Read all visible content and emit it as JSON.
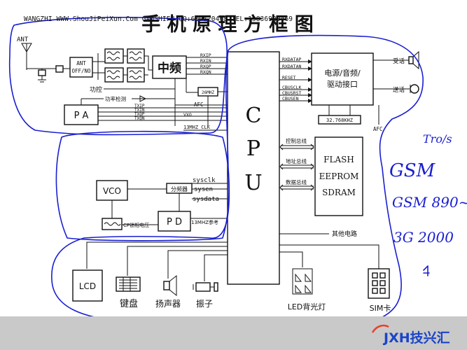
{
  "title": "手 机 原 理 方 框 图",
  "blocks": {
    "ant": "ANT",
    "ant_switch_1": "ANT",
    "ant_switch_2": "OFF/NO",
    "if": "中频",
    "pa": "P A",
    "vco": "VCO",
    "pd": "P D",
    "divider": "分频器",
    "cpu": [
      "C",
      "P",
      "U"
    ],
    "power": [
      "电源/音频/",
      "驱动接口"
    ],
    "crystal": "32.768KHZ",
    "memory": [
      "FLASH",
      "EEPROM",
      "SDRAM"
    ],
    "lcd": "LCD",
    "mhz26": "26MHZ"
  },
  "labels": {
    "power_ctrl": "功控",
    "power_detect": "功率检测",
    "afc1": "AFC",
    "afc2": "AFC",
    "vxo": "VXO",
    "clk13": "13MHZ_CLK",
    "ref13": "13MHZ参考",
    "cp": "CP锁相电压",
    "sysclk": "sysclk",
    "sysen": "sysen",
    "sysdata": "sysdata",
    "ctrl_bus": "控制总线",
    "addr_bus": "地址总线",
    "data_bus": "数据总线",
    "other": "其他电路",
    "earpiece": "受话",
    "mic": "送话",
    "rx": [
      "RXIP",
      "RXIN",
      "RXQP",
      "RXQN"
    ],
    "tx": [
      "TXIP",
      "TXIN",
      "TXQP",
      "TXQN"
    ],
    "rxdata": [
      "RXDATAP",
      "RXDATAN"
    ],
    "reset": "RESET",
    "cbus": [
      "CBUSCLK",
      "CBUSRST",
      "CBUSEN"
    ]
  },
  "peripherals": {
    "keyboard": "键盘",
    "speaker": "扬声器",
    "vibrator": "振子",
    "led": "LED背光灯",
    "sim": "SIM卡"
  },
  "handwriting": [
    "Tro/s",
    "GSM",
    "GSM 890~",
    "3G 2000"
  ],
  "footer": "WANGZHI WWW.ShouJiPeiXun.Com   GAOSHIFU QQ:609720468 TEL:13836920469",
  "logo": "JXH技兴汇",
  "colors": {
    "ink": "#111111",
    "annotation": "#1a1fd0",
    "footer_bg": "#c9c9c9",
    "logo": "#1a45c9",
    "logo_accent": "#e8402a"
  }
}
